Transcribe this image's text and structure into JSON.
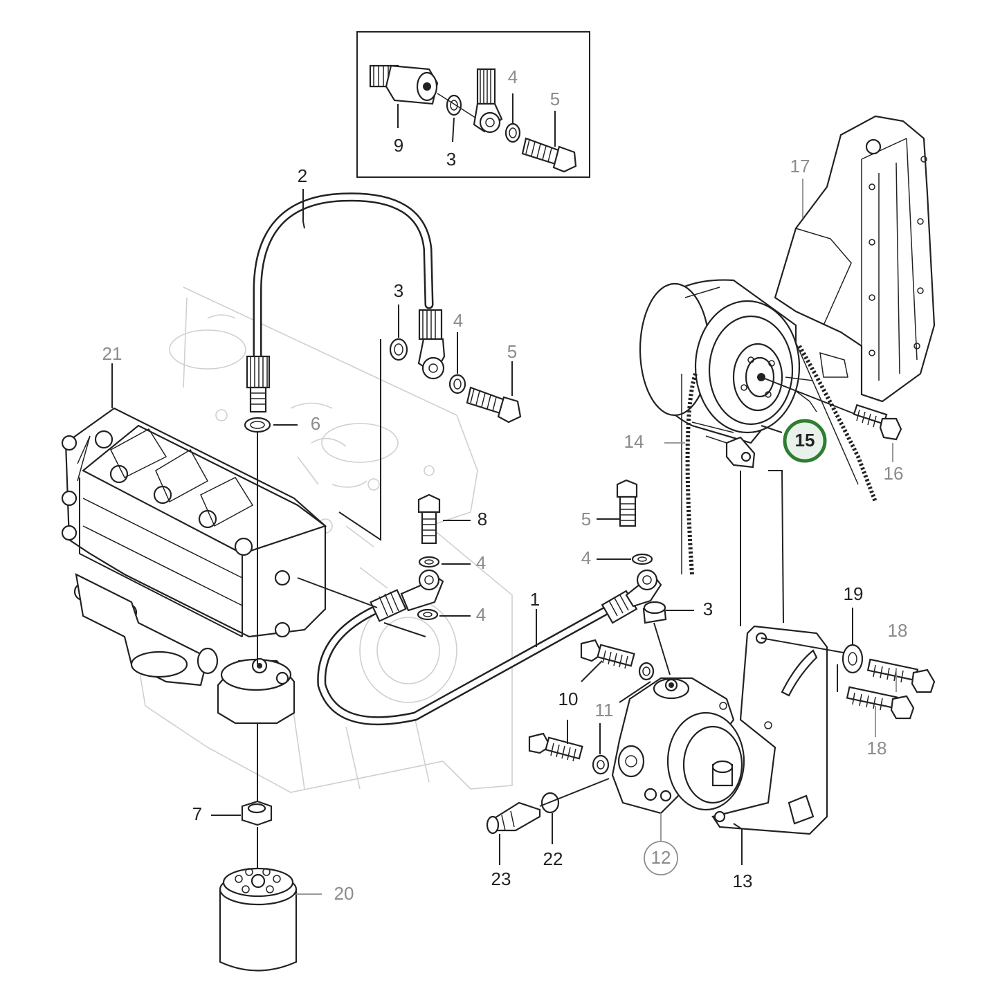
{
  "callouts": {
    "c1": "1",
    "c2": "2",
    "c3_inset": "3",
    "c3_mid": "3",
    "c3_low": "3",
    "c4_inset": "4",
    "c4_mid": "4",
    "c4_a": "4",
    "c4_b": "4",
    "c4_c": "4",
    "c5_inset": "5",
    "c5_mid": "5",
    "c5_low": "5",
    "c6": "6",
    "c7": "7",
    "c8": "8",
    "c9": "9",
    "c10": "10",
    "c11": "11",
    "c12": "12",
    "c13": "13",
    "c14": "14",
    "c15": "15",
    "c16": "16",
    "c17": "17",
    "c18_a": "18",
    "c18_b": "18",
    "c19": "19",
    "c20": "20",
    "c21": "21",
    "c22": "22",
    "c23": "23"
  },
  "highlight": {
    "part": "15",
    "color": "#2e7d32",
    "fill": "#e8f2ea"
  },
  "colors": {
    "line": "#222222",
    "secondary_label": "#8c8c8c",
    "ghost": "#cfcfcf"
  }
}
